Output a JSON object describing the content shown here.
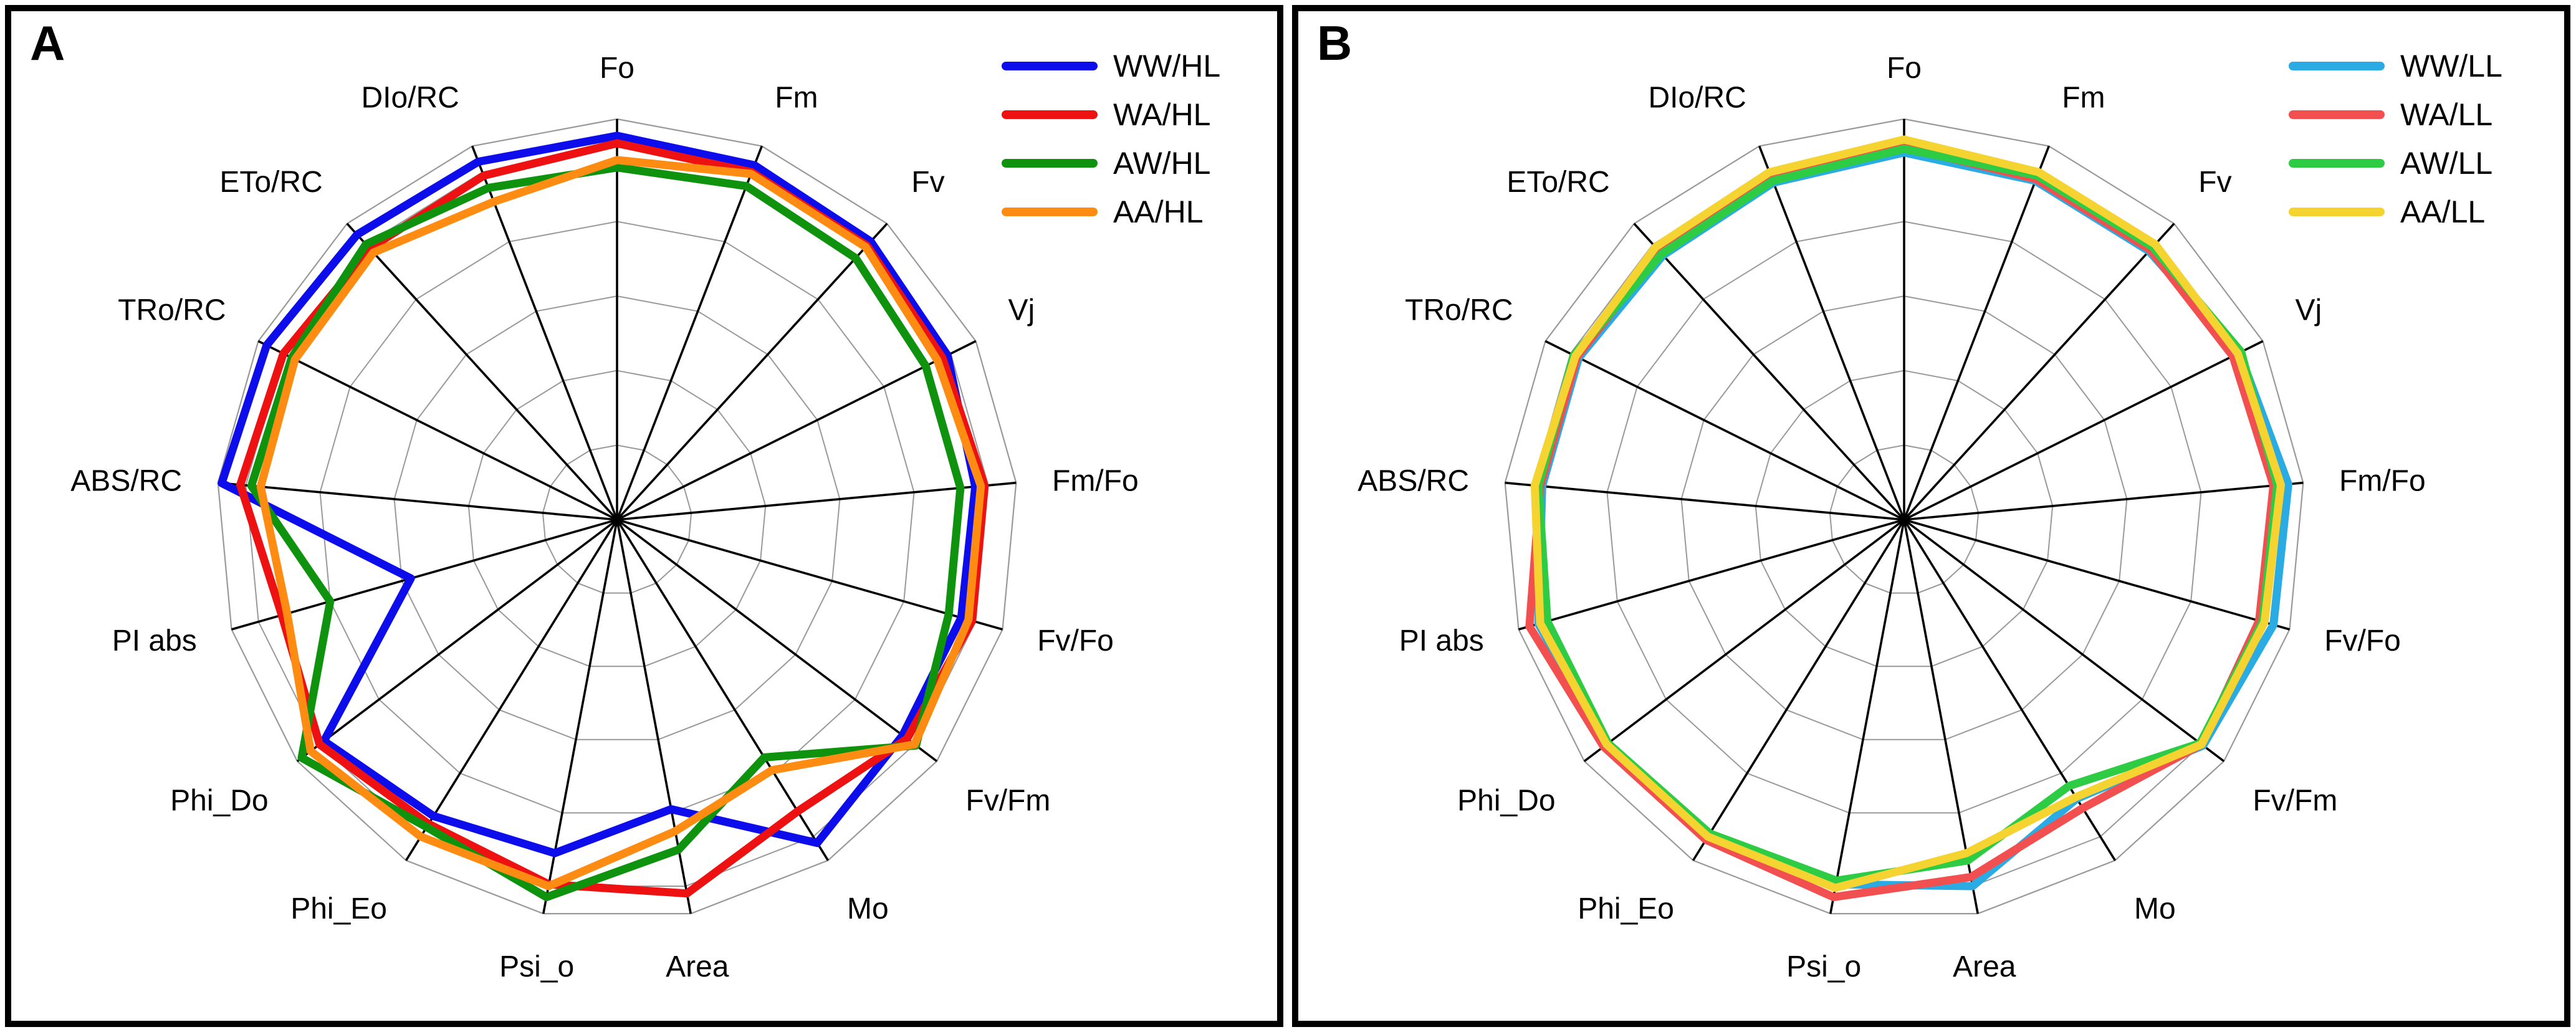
{
  "page": {
    "background": "#ffffff",
    "panel_border_color": "#000000",
    "grid_color": "#999999",
    "spoke_color": "#000000",
    "label_color": "#000000"
  },
  "chart_data": [
    {
      "type": "radar",
      "panel_label": "A",
      "legend_position": "top-right",
      "grid": true,
      "axis_range": [
        0,
        1.075
      ],
      "rings": [
        0.2,
        0.4,
        0.6,
        0.8,
        1.0
      ],
      "categories": [
        "Fo",
        "Fm",
        "Fv",
        "Vj",
        "Fm/Fo",
        "Fv/Fo",
        "Fv/Fm",
        "Mo",
        "Area",
        "Psi_o",
        "Phi_Eo",
        "Phi_Do",
        "PI abs",
        "ABS/RC",
        "TRo/RC",
        "ETo/RC",
        "DIo/RC"
      ],
      "series": [
        {
          "name": "WW/HL",
          "color": "#0d0deb",
          "values": [
            1.03,
            1.02,
            1.01,
            0.99,
            0.965,
            0.96,
            0.96,
            1.02,
            0.79,
            0.91,
            0.935,
            0.985,
            0.575,
            1.065,
            1.05,
            1.035,
            1.03
          ]
        },
        {
          "name": "WA/HL",
          "color": "#ee1111",
          "values": [
            1.01,
            1.0,
            0.995,
            0.975,
            0.99,
            0.99,
            0.975,
            0.92,
            1.02,
            0.995,
            0.96,
            1.0,
            0.935,
            1.015,
            1.0,
            0.985,
            0.99
          ]
        },
        {
          "name": "AW/HL",
          "color": "#0f930f",
          "values": [
            0.945,
            0.96,
            0.95,
            0.925,
            0.925,
            0.925,
            1.005,
            0.75,
            0.9,
            1.03,
            0.97,
            1.06,
            0.8,
            0.985,
            0.975,
            1.0,
            0.955
          ]
        },
        {
          "name": "AA/HL",
          "color": "#ff8c12",
          "values": [
            0.965,
            0.995,
            0.99,
            0.96,
            0.98,
            0.98,
            1.0,
            0.79,
            0.85,
            1.0,
            1.0,
            1.03,
            0.92,
            0.96,
            0.965,
            0.97,
            0.915
          ]
        }
      ]
    },
    {
      "type": "radar",
      "panel_label": "B",
      "legend_position": "top-right",
      "grid": true,
      "axis_range": [
        0,
        1.075
      ],
      "rings": [
        0.2,
        0.4,
        0.6,
        0.8,
        1.0
      ],
      "categories": [
        "Fo",
        "Fm",
        "Fv",
        "Vj",
        "Fm/Fo",
        "Fv/Fo",
        "Fv/Fm",
        "Mo",
        "Area",
        "Psi_o",
        "Phi_Eo",
        "Phi_Do",
        "PI abs",
        "ABS/RC",
        "TRo/RC",
        "ETo/RC",
        "DIo/RC"
      ],
      "series": [
        {
          "name": "WW/LL",
          "color": "#2aabe4",
          "values": [
            0.985,
            0.975,
            0.975,
            1.005,
            1.035,
            1.03,
            1.005,
            0.88,
            1.0,
            0.995,
            0.995,
            1.005,
            1.02,
            0.975,
            0.975,
            0.96,
            0.97
          ]
        },
        {
          "name": "WA/LL",
          "color": "#f25050",
          "values": [
            1.0,
            0.98,
            0.98,
            0.985,
            0.995,
            0.99,
            1.0,
            0.91,
            0.975,
            1.03,
            1.01,
            1.01,
            1.045,
            0.98,
            0.98,
            0.975,
            0.985
          ]
        },
        {
          "name": "AW/LL",
          "color": "#2ecc45",
          "values": [
            0.995,
            0.99,
            0.99,
            1.01,
            1.005,
            1.0,
            0.995,
            0.84,
            0.93,
            0.985,
            0.99,
            0.995,
            0.995,
            0.985,
            0.99,
            0.965,
            0.975
          ]
        },
        {
          "name": "AA/LL",
          "color": "#f5d330",
          "values": [
            1.02,
            1.0,
            1.0,
            1.0,
            1.015,
            1.005,
            1.0,
            0.875,
            0.91,
            1.005,
            1.0,
            1.0,
            1.015,
            0.995,
            0.985,
            0.99,
            1.0
          ]
        }
      ]
    }
  ]
}
